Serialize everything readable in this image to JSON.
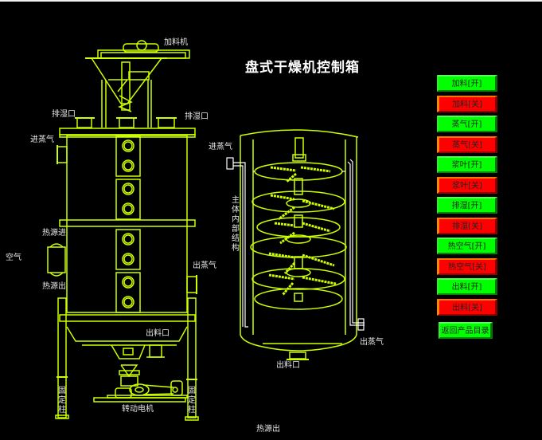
{
  "page": {
    "title": "盘式干燥机控制箱",
    "accent_on": "#00ff00",
    "accent_off": "#ff0000",
    "line_color": "#ccff00"
  },
  "left_diagram": {
    "labels": {
      "feeder": "加料机",
      "humid_exhaust_left": "排湿口",
      "humid_exhaust_right": "排湿口",
      "steam_in": "进蒸气",
      "heat_in": "热源进",
      "air": "空气",
      "heat_out": "热源出",
      "steam_out": "出蒸气",
      "discharge": "出料口",
      "fixed_column_left": "固定柱",
      "fixed_column_right": "固定柱",
      "drive_motor": "转动电机"
    }
  },
  "right_diagram": {
    "labels": {
      "steam_in": "进蒸气",
      "internal_structure": "主体内部结构",
      "steam_out": "出蒸气",
      "discharge": "出料口"
    }
  },
  "bottom_label": "热源出",
  "controls": {
    "buttons": [
      {
        "label": "加料[开]",
        "state": "on"
      },
      {
        "label": "加料[关]",
        "state": "off"
      },
      {
        "label": "蒸气[开]",
        "state": "on"
      },
      {
        "label": "蒸气[关]",
        "state": "off"
      },
      {
        "label": "浆叶[开]",
        "state": "on"
      },
      {
        "label": "浆叶[关]",
        "state": "off"
      },
      {
        "label": "排湿[开]",
        "state": "on"
      },
      {
        "label": "排湿[关]",
        "state": "off"
      },
      {
        "label": "热空气[开]",
        "state": "on"
      },
      {
        "label": "热空气[关]",
        "state": "off"
      },
      {
        "label": "出料[开]",
        "state": "on"
      },
      {
        "label": "出料[关]",
        "state": "off"
      }
    ],
    "back_button": "返回产品目录"
  }
}
